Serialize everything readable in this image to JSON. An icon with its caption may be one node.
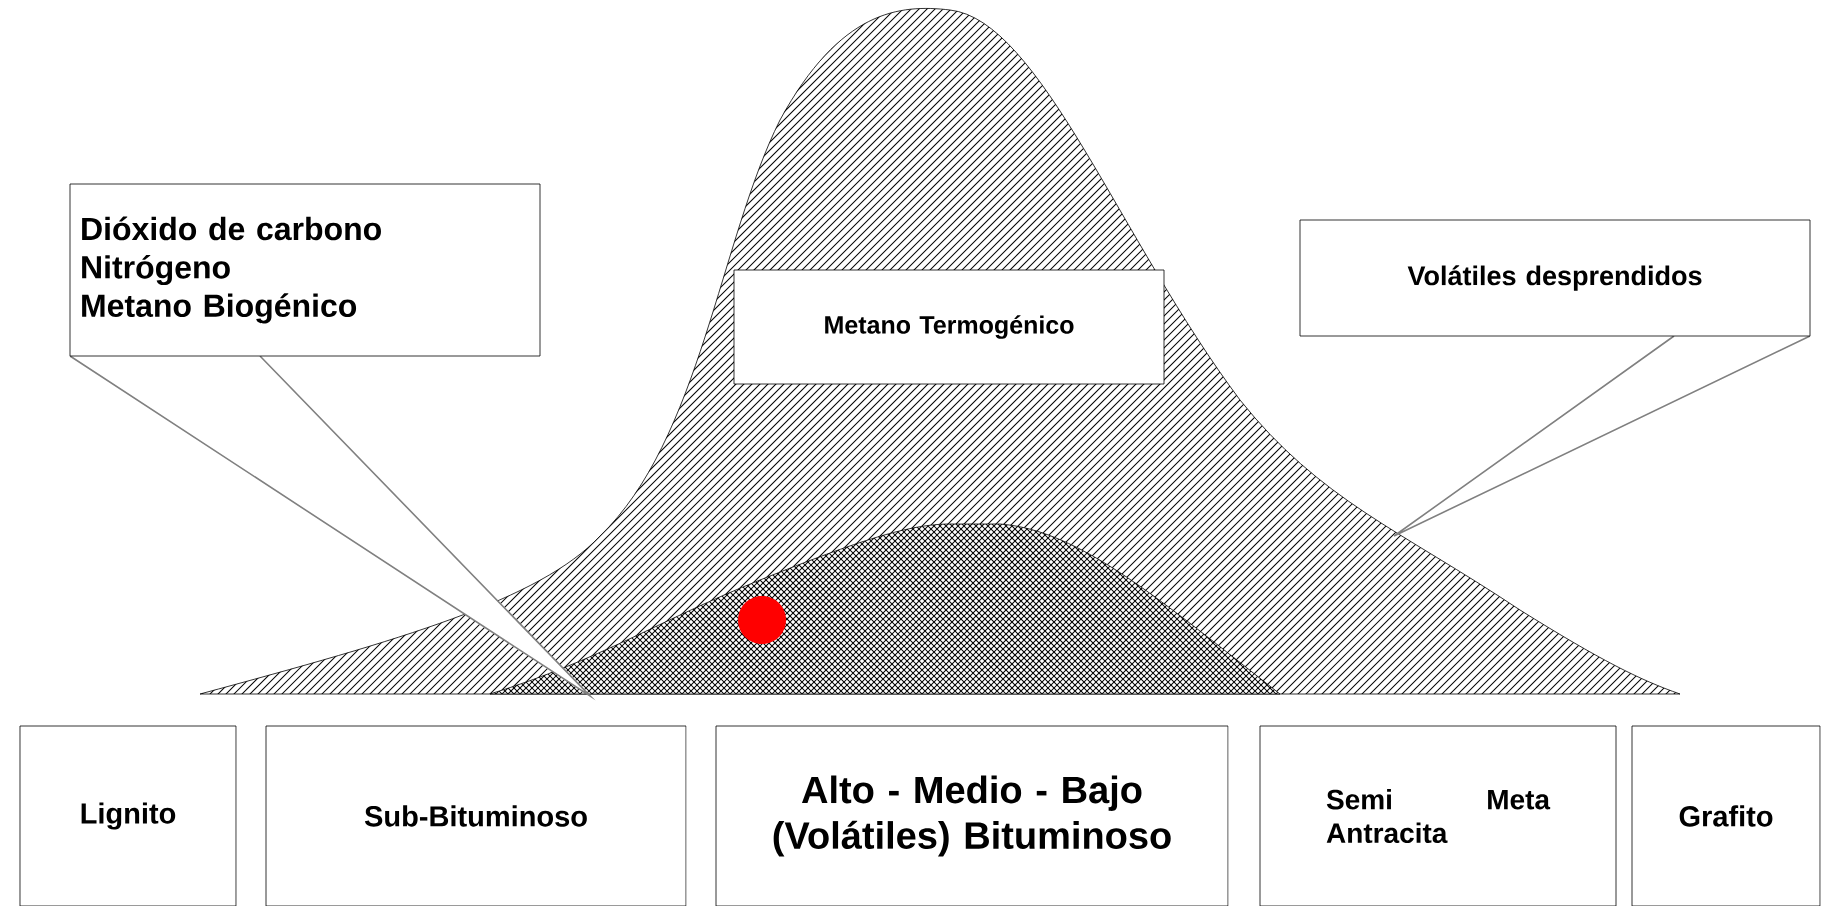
{
  "diagram": {
    "nodes": [
      {
        "text": [
          "Dióxido de carbono",
          "Nitrógeno",
          "Metano Biogénico"
        ]
      },
      {
        "text": [
          "Metano Termogénico"
        ]
      },
      {
        "text": [
          "Volátiles desprendidos"
        ]
      },
      {
        "text": [
          "Lignito"
        ]
      },
      {
        "text": [
          "Sub-Bituminoso"
        ]
      },
      {
        "text": [
          "Alto - Medio - Bajo",
          "(Volátiles) Bituminoso"
        ]
      },
      {
        "text": [
          "Semi Meta Antracita"
        ]
      },
      {
        "text": [
          "Grafito"
        ]
      }
    ]
  }
}
